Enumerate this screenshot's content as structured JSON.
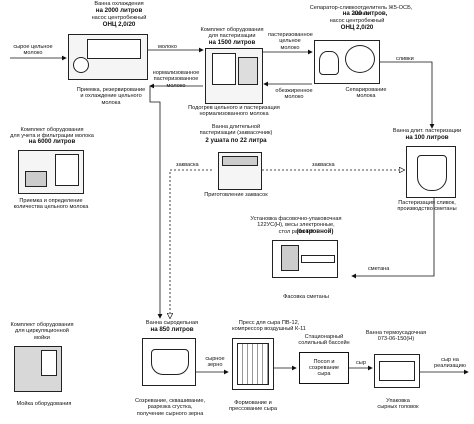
{
  "stations": {
    "cooling": {
      "header": "Ванна охлаждения",
      "volume": "на 2000 литров",
      "pump": "насос центробежный",
      "pump_model": "ОНЦ 2,0/20",
      "caption": "Приемка, резервирование\nи охлаждение цельного\nмолока"
    },
    "pasteurization_set": {
      "header": "Комплект оборудования\nдля пастеризации",
      "volume": "на 1500 литров",
      "caption": "Подогрев цельного и пастеризация\nнормализованного молока"
    },
    "separator": {
      "header": "Сепаратор-сливкоотделитель Ж5-ОСБ,\nванна",
      "volume": "на 200 литров,",
      "pump": "насос центробежный",
      "pump_model": "ОНЦ 2,0/20",
      "caption": "Сепарирование\nмолока"
    },
    "accounting": {
      "header": "Комплект оборудования\nдля учета и фильтрации молока",
      "volume": "на 6000 литров",
      "caption": "Приемка и определение\nколичества цельного молока"
    },
    "starter": {
      "header": "Ванна длительной\nпастеризации (заквасочник)",
      "volume": "2 ушата по 22 литра",
      "caption": "Приготовление заквасок"
    },
    "long_bath": {
      "header": "Ванна длит. пастеризации",
      "volume": "на 100 литров",
      "caption": "Пастеризация сливок,\nпроизводство сметаны"
    },
    "filling": {
      "header": "Установка фасовочно-упаковочная\n122УС(Н), весы электронные,\nстол рабочий",
      "volume": "(островной)",
      "caption": "Фасовка  сметаны"
    },
    "washing": {
      "header": "Комплект оборудования\nдля циркуляционной\nмойки",
      "caption": "Мойка оборудования"
    },
    "cheese_bath": {
      "header": "Ванна сыродельная",
      "volume": "на 850 литров",
      "caption": "Созревание, сквашивание,\nразрезка сгустка,\nполучение сырного зерна"
    },
    "press": {
      "header": "Пресс для сыра ПВ-12,\nкомпрессор воздушный К-11",
      "caption": "Формование и\nпрессование сыра"
    },
    "brine": {
      "header": "Стационарный\nсолильный бассейн",
      "box": "Посол и\nсозревание\nсыра"
    },
    "thermo": {
      "header": "Ванна термоусадочная\n073-06-150(Н)",
      "caption": "Упаковка\nсырных головок"
    }
  },
  "flows": {
    "raw_milk": "сырое цельное\nмолоко",
    "milk": "молоко",
    "normalized": "нормализованное\nпастеризованное\nмолоко",
    "whole_pasteurized": "пастеризованное\nцельное\nмолоко",
    "skimmed": "обезжиренное\nмолоко",
    "cream": "сливки",
    "starter_left": "закваска",
    "starter_right": "закваска",
    "sour_cream": "сметана",
    "curd": "сырное\nзерно",
    "cheese": "сыр",
    "to_sale": "сыр на\nреализацию"
  }
}
